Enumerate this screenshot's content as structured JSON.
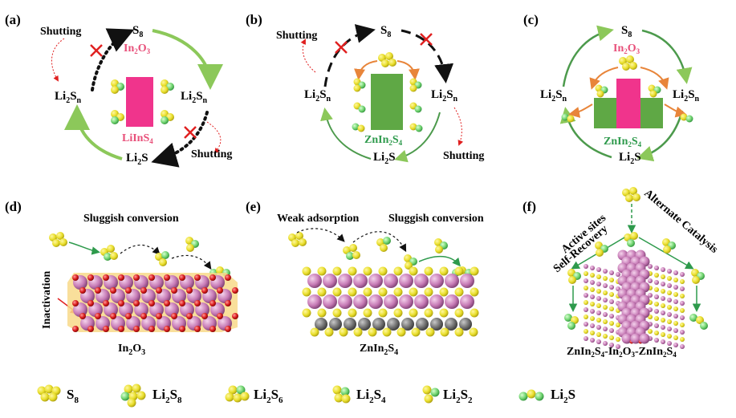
{
  "panels": {
    "a": {
      "label": "(a)",
      "top": "S",
      "top_sub": "8",
      "left": "Li",
      "left_sub1": "2",
      "left_mid": "S",
      "left_sub2": "n",
      "right": "Li",
      "right_sub1": "2",
      "right_mid": "S",
      "right_sub2": "n",
      "bottom": "Li",
      "bottom_sub": "2",
      "bottom_end": "S",
      "shutting_top": "Shutting",
      "shutting_bottom": "Shutting",
      "material_top": "In",
      "material_top_sub1": "2",
      "material_top_mid": "O",
      "material_top_sub2": "3",
      "material_bottom": "LiInS",
      "material_bottom_sub": "4"
    },
    "b": {
      "label": "(b)",
      "top": "S",
      "top_sub": "8",
      "left": "Li",
      "left_sub1": "2",
      "left_mid": "S",
      "left_sub2": "n",
      "right": "Li",
      "right_sub1": "2",
      "right_mid": "S",
      "right_sub2": "n",
      "bottom": "Li",
      "bottom_sub": "2",
      "bottom_end": "S",
      "shutting_top": "Shutting",
      "shutting_bottom": "Shutting",
      "material": "ZnIn",
      "material_sub1": "2",
      "material_mid": "S",
      "material_sub2": "4"
    },
    "c": {
      "label": "(c)",
      "top": "S",
      "top_sub": "8",
      "left": "Li",
      "left_sub1": "2",
      "left_mid": "S",
      "left_sub2": "n",
      "right": "Li",
      "right_sub1": "2",
      "right_mid": "S",
      "right_sub2": "n",
      "bottom": "Li",
      "bottom_sub": "2",
      "bottom_end": "S",
      "material_top": "In",
      "material_top_sub1": "2",
      "material_top_mid": "O",
      "material_top_sub2": "3",
      "material_bottom": "ZnIn",
      "material_bottom_sub1": "2",
      "material_bottom_mid": "S",
      "material_bottom_sub2": "4"
    },
    "d": {
      "label": "(d)",
      "title": "Sluggish conversion",
      "side": "Inactivation",
      "caption": "In",
      "caption_sub1": "2",
      "caption_mid": "O",
      "caption_sub2": "3"
    },
    "e": {
      "label": "(e)",
      "title_left": "Weak adsorption",
      "title_right": "Sluggish conversion",
      "caption": "ZnIn",
      "caption_sub1": "2",
      "caption_mid": "S",
      "caption_sub2": "4"
    },
    "f": {
      "label": "(f)",
      "left_line1": "Active sites",
      "left_line2": "Self-Recovery",
      "right": "Alternate Catalysis",
      "caption_a": "ZnIn",
      "caption_a_sub1": "2",
      "caption_a_mid": "S",
      "caption_a_sub2": "4",
      "caption_b": "-In",
      "caption_b_sub1": "2",
      "caption_b_mid": "O",
      "caption_b_sub2": "3",
      "caption_c": "-ZnIn",
      "caption_c_sub1": "2",
      "caption_c_mid": "S",
      "caption_c_sub2": "4"
    }
  },
  "legend": [
    {
      "name": "S",
      "sub": "8",
      "icon": "s8-cluster-icon"
    },
    {
      "name": "Li",
      "sub": "2",
      "mid": "S",
      "sub2": "8",
      "icon": "li2s8-cluster-icon"
    },
    {
      "name": "Li",
      "sub": "2",
      "mid": "S",
      "sub2": "6",
      "icon": "li2s6-cluster-icon"
    },
    {
      "name": "Li",
      "sub": "2",
      "mid": "S",
      "sub2": "4",
      "icon": "li2s4-cluster-icon"
    },
    {
      "name": "Li",
      "sub": "2",
      "mid": "S",
      "sub2": "2",
      "icon": "li2s2-cluster-icon"
    },
    {
      "name": "Li",
      "sub": "2",
      "mid": "S",
      "sub2": "",
      "icon": "li2s-molecule-icon"
    }
  ],
  "colors": {
    "sulfur": "#e8de2a",
    "lithium": "#6fd36f",
    "indium_oxide_bar": "#f0348c",
    "znin2s4_bar": "#5fa845",
    "arrow_green": "#8cc85a",
    "arrow_orange": "#e8853a",
    "cross_red": "#e02020",
    "oxygen": "#d81818",
    "indium": "#c77bb6"
  }
}
